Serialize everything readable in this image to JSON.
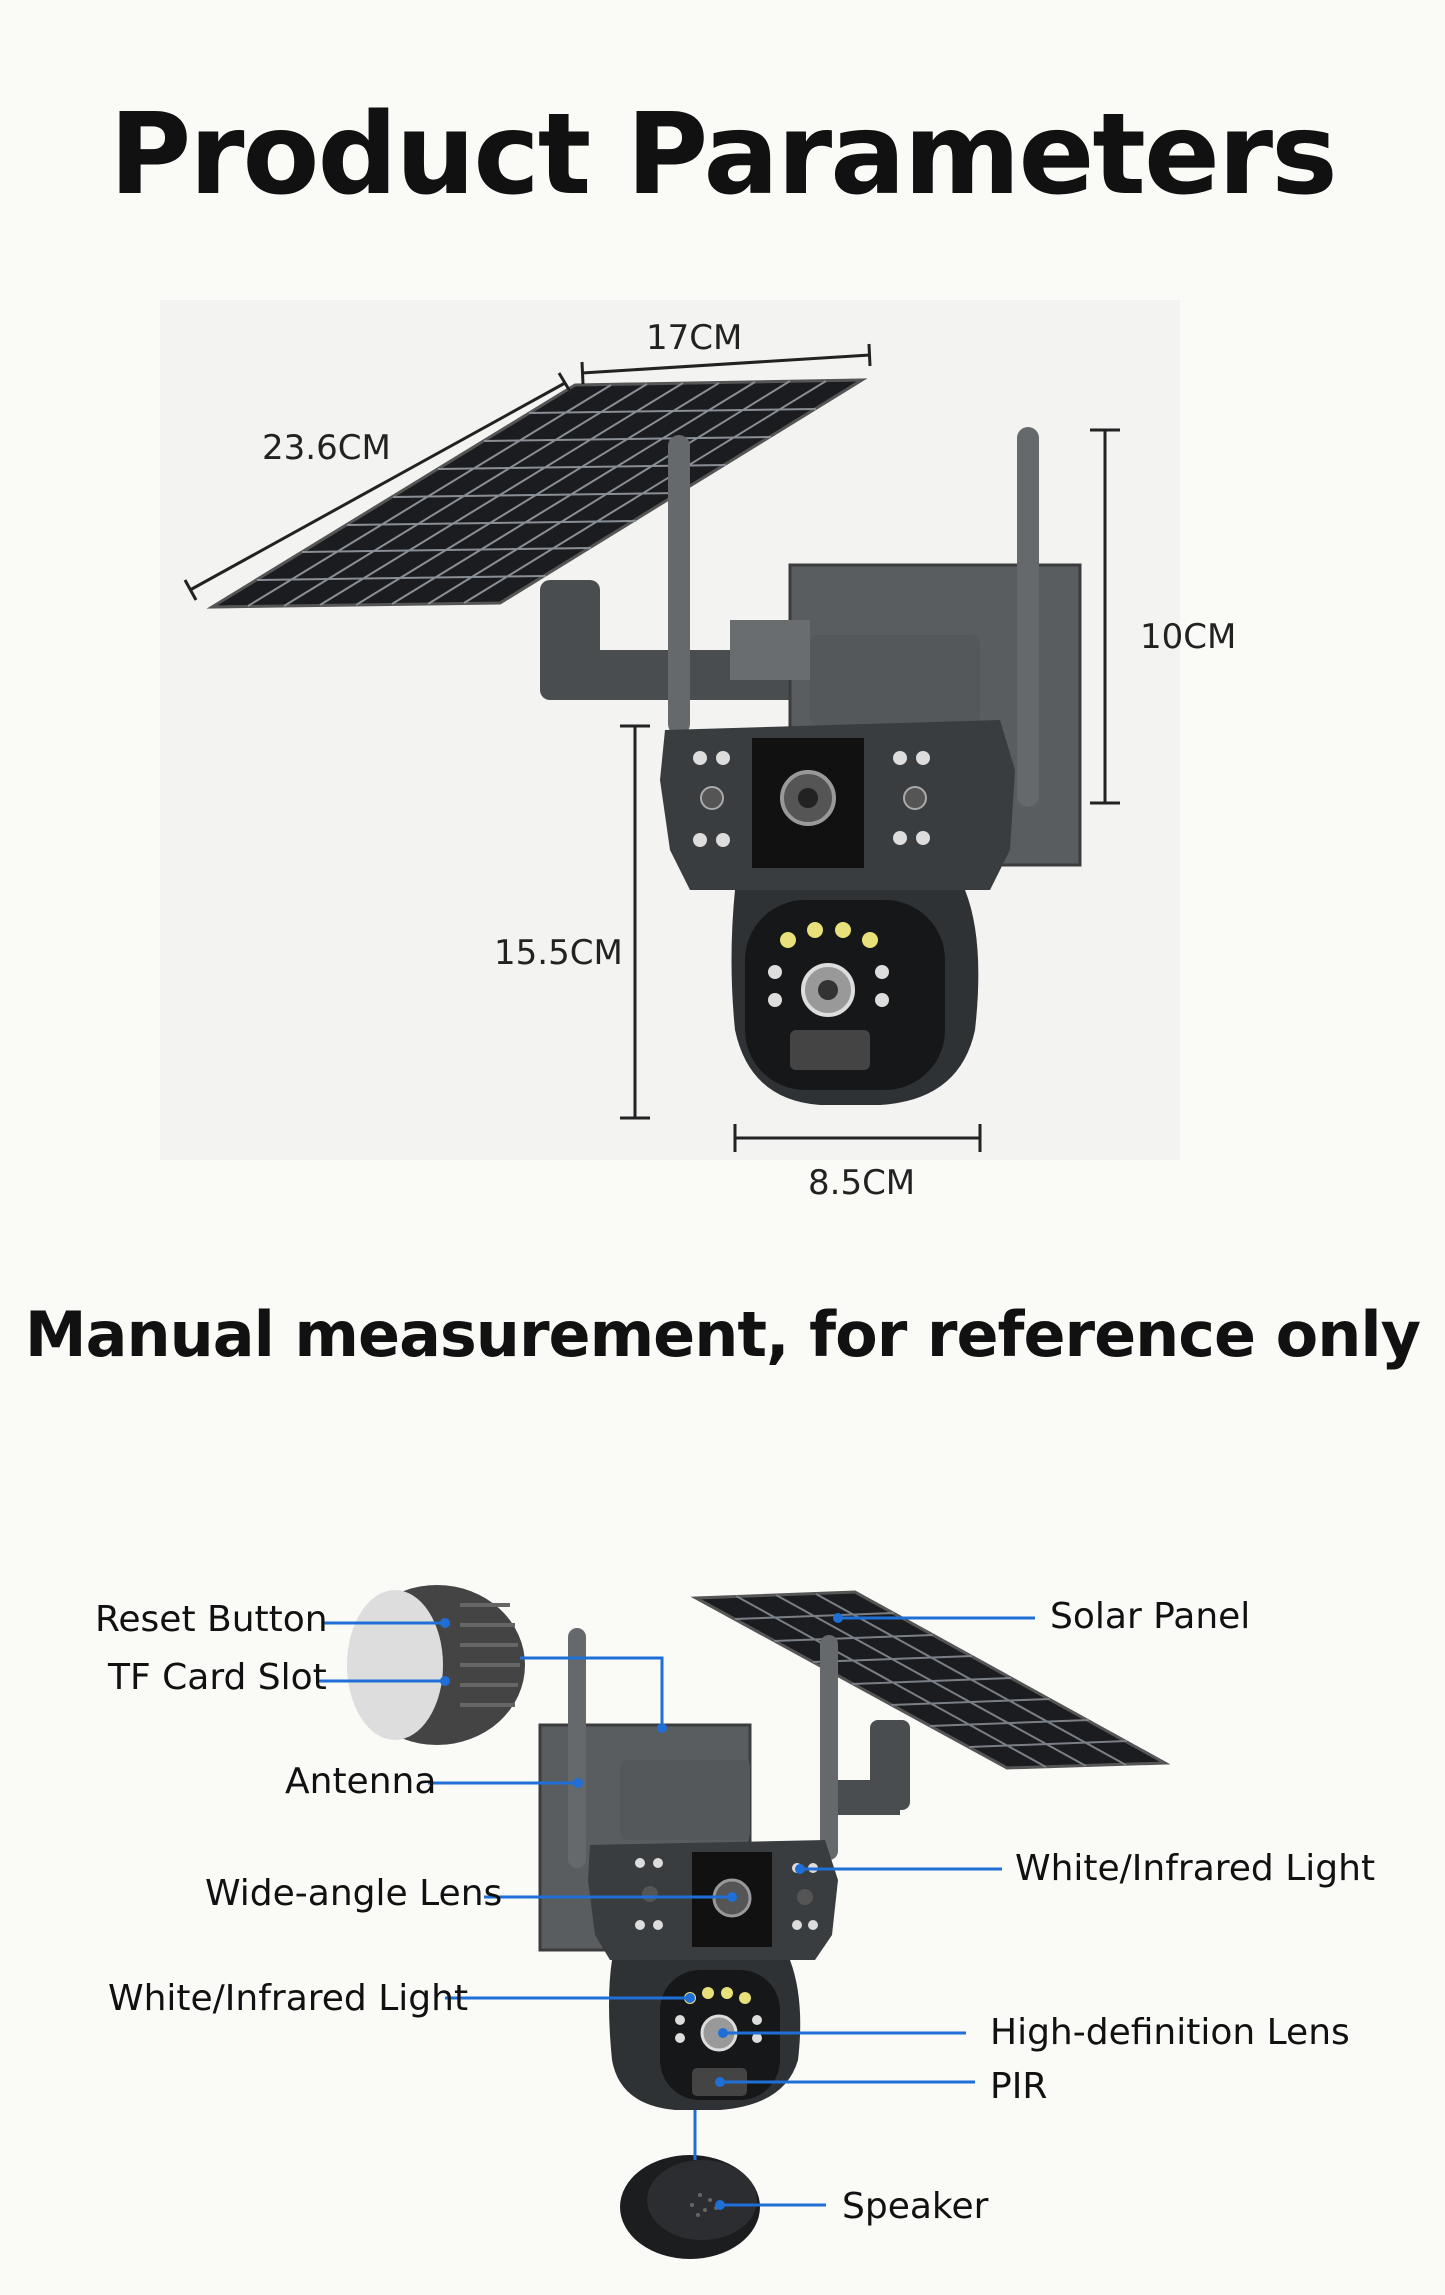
{
  "page": {
    "title": "Product Parameters",
    "subtitle": "Manual measurement, for reference only"
  },
  "dimensions": {
    "width_top": "17CM",
    "length_panel": "23.6CM",
    "height_bracket": "10CM",
    "height_camera": "15.5CM",
    "width_camera": "8.5CM"
  },
  "callouts": {
    "reset_button": "Reset Button",
    "tf_card_slot": "TF Card Slot",
    "antenna": "Antenna",
    "wide_angle_lens": "Wide-angle Lens",
    "white_ir_light_left": "White/Infrared Light",
    "solar_panel": "Solar Panel",
    "white_ir_light_right": "White/Infrared Light",
    "hd_lens": "High-definition Lens",
    "pir": "PIR",
    "speaker": "Speaker"
  },
  "colors": {
    "callout_line": "#1f6fd6",
    "camera_body": "#3a3d40",
    "solar_cell": "#16181c"
  }
}
